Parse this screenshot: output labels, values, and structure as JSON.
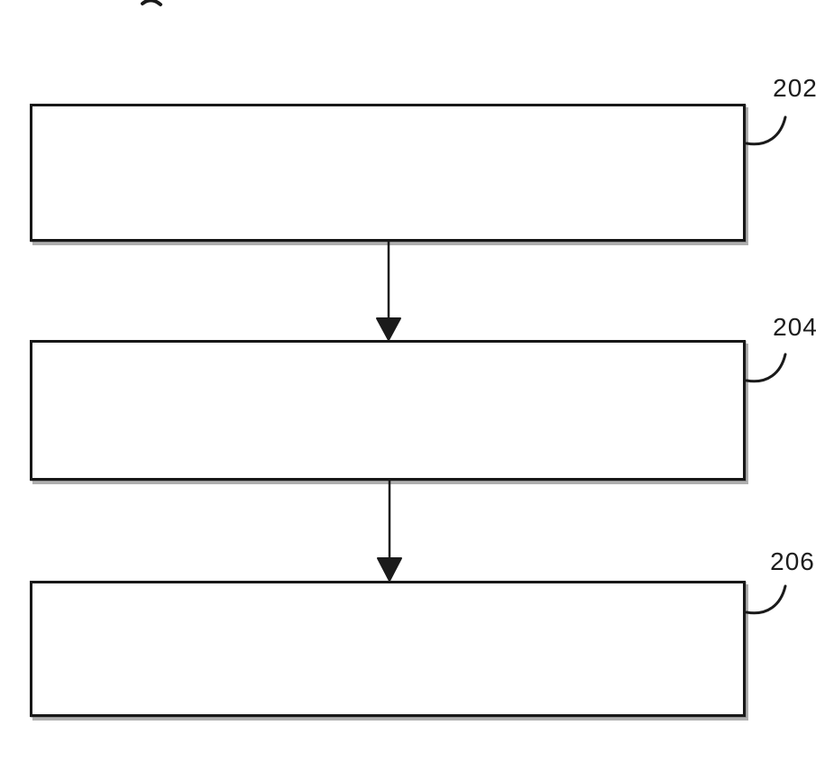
{
  "figure": {
    "kind": "flowchart-patent-figure",
    "boxes": [
      {
        "ref_label": "202",
        "content": ""
      },
      {
        "ref_label": "204",
        "content": ""
      },
      {
        "ref_label": "206",
        "content": ""
      }
    ],
    "connectors": [
      {
        "type": "arrow-down",
        "from_ref": "202",
        "to_ref": "204"
      },
      {
        "type": "arrow-down",
        "from_ref": "204",
        "to_ref": "206"
      }
    ],
    "colors": {
      "background": "#ffffff",
      "stroke": "#1a1a1a",
      "box_shadow": "#6e6e6e"
    }
  }
}
